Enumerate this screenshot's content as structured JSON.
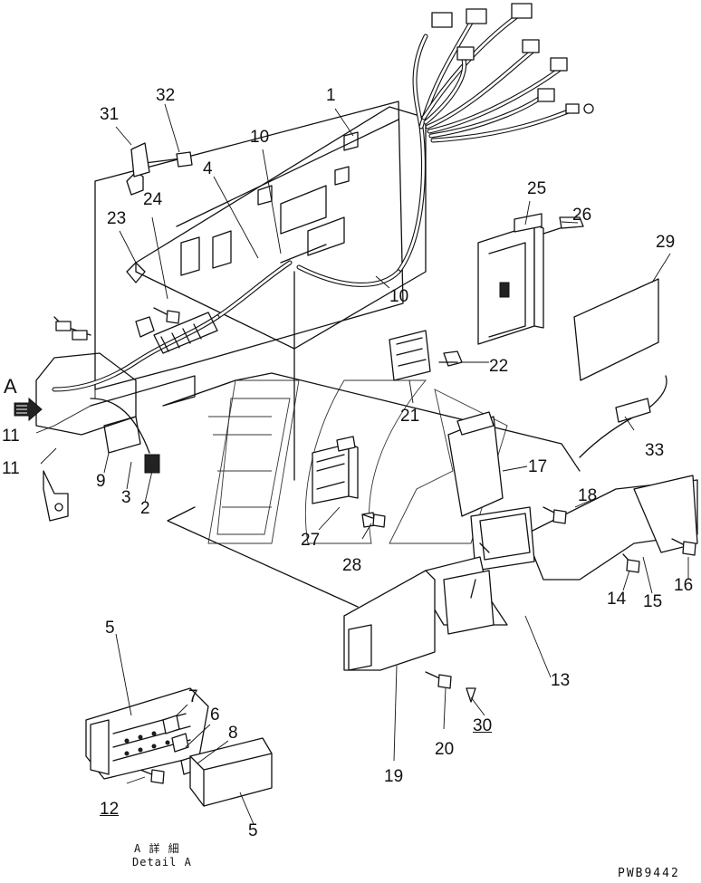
{
  "callouts": {
    "c1": "1",
    "c2": "2",
    "c3": "3",
    "c4": "4",
    "c5a": "5",
    "c5b": "5",
    "c7": "7",
    "c6": "6",
    "c8": "8",
    "c9": "9",
    "c10a": "10",
    "c10b": "10",
    "c11a": "11",
    "c11b": "11",
    "c12": "12",
    "c13": "13",
    "c14": "14",
    "c15": "15",
    "c16": "16",
    "c17": "17",
    "c18": "18",
    "c19": "19",
    "c20": "20",
    "c21": "21",
    "c22": "22",
    "c23": "23",
    "c24": "24",
    "c25": "25",
    "c26": "26",
    "c27": "27",
    "c28": "28",
    "c29": "29",
    "c30": "30",
    "c31": "31",
    "c32": "32",
    "c33": "33"
  },
  "view_arrow_label": "A",
  "detail_caption_jp": "A 詳 細",
  "detail_caption_en": "Detail A",
  "drawing_code": "PWB9442"
}
